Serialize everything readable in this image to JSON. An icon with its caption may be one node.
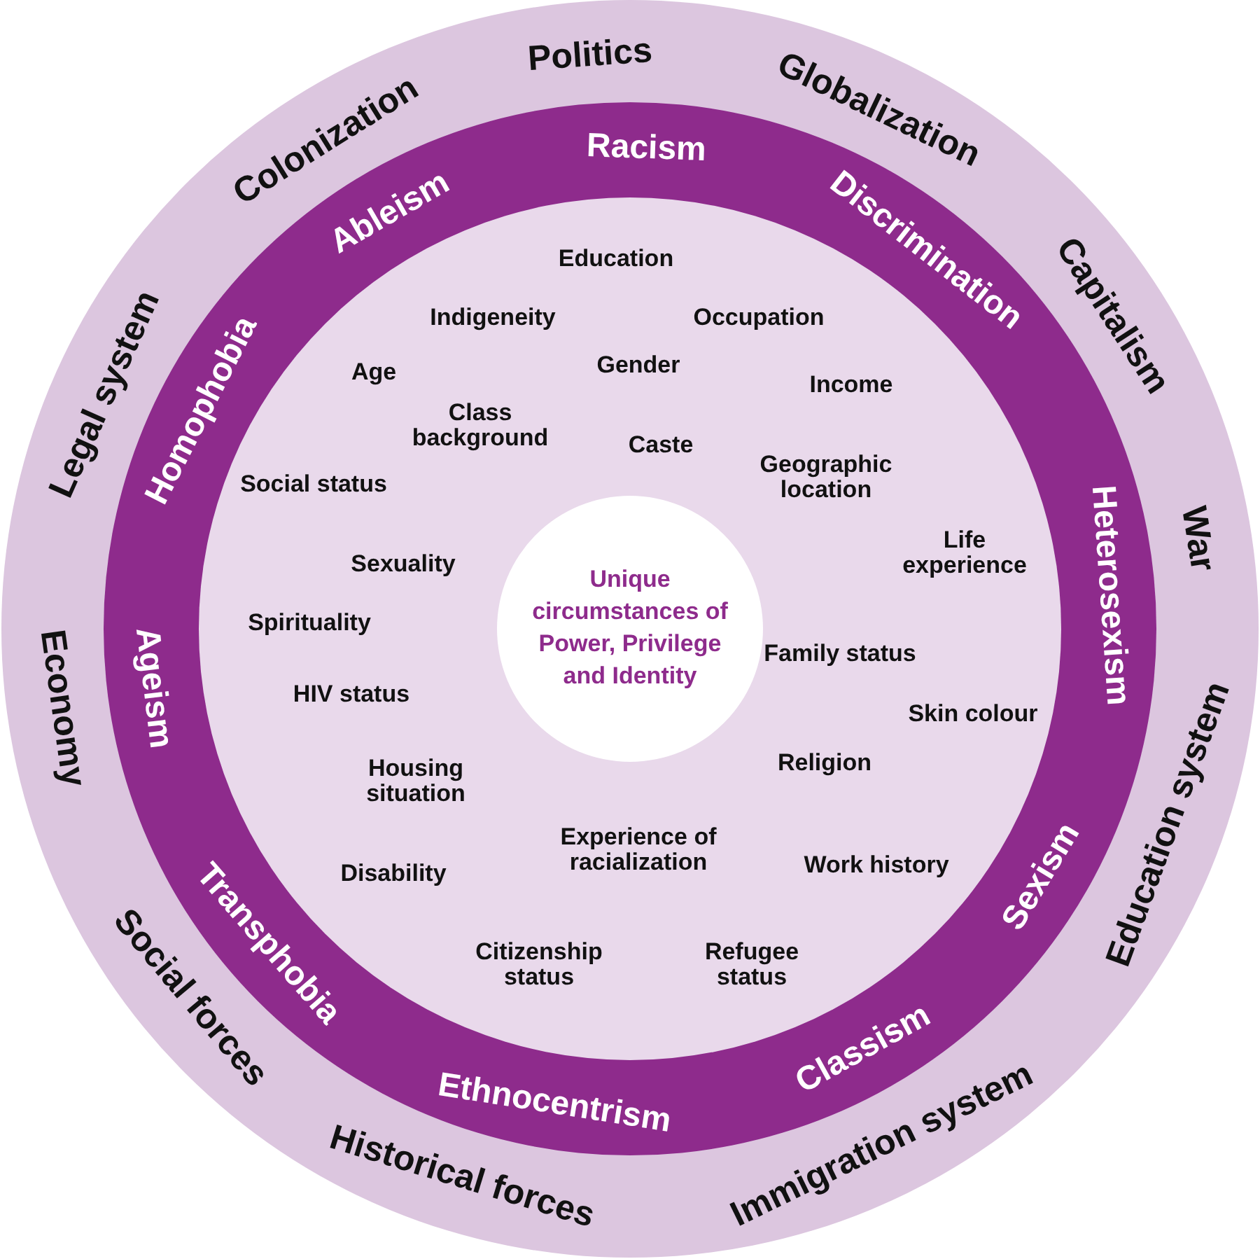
{
  "diagram": {
    "nodes": [
      {
        "text": [],
        "shape": "circle"
      },
      {
        "text": [],
        "shape": "circle",
        "in": 0
      },
      {
        "text": [],
        "shape": "circle",
        "in": 1
      },
      {
        "text": [
          "Unique circumstances of Power, Privilege and Identity"
        ],
        "in": 2
      }
    ],
    "labels": [
      "Politics",
      "Globalization",
      "Capitalism",
      "War",
      "Education system",
      "Immigration system",
      "Historical forces",
      "Social forces",
      "Economy",
      "Legal system",
      "Colonization",
      "Racism",
      "Discrimination",
      "Heterosexism",
      "Sexism",
      "Classism",
      "Ethnocentrism",
      "Transphobia",
      "Ageism",
      "Homophobia",
      "Ableism",
      "Education",
      "Indigeneity",
      "Occupation",
      "Gender",
      "Age",
      "Income",
      "Class background",
      "Caste",
      "Social status",
      "Geographic location",
      "Life experience",
      "Sexuality",
      "Spirituality",
      "Family status",
      "HIV status",
      "Skin colour",
      "Religion",
      "Housing situation",
      "Experience of racialization",
      "Disability",
      "Work history",
      "Citizenship status",
      "Refugee status"
    ]
  }
}
